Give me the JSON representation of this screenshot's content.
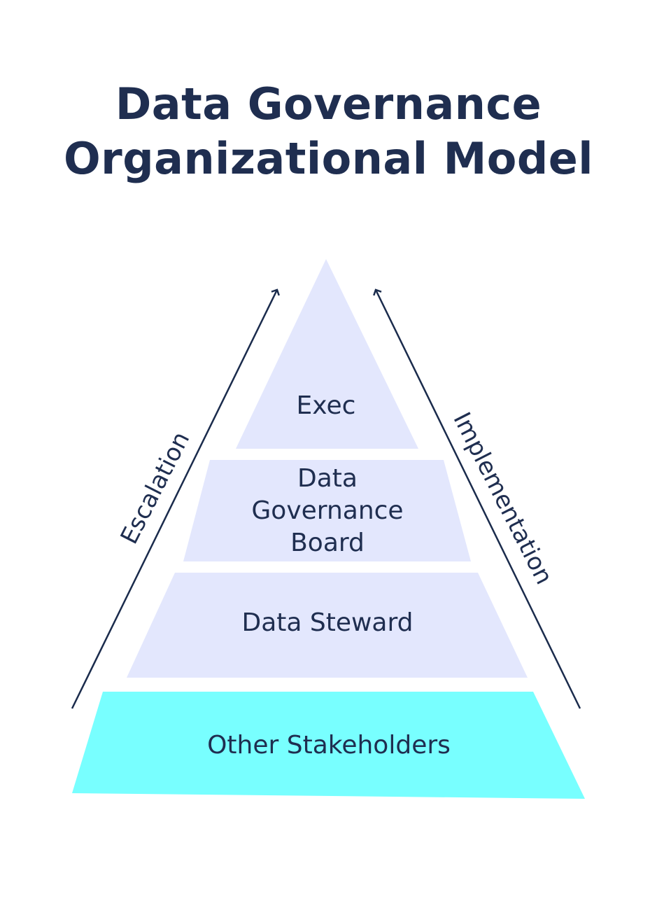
{
  "title": {
    "line1": "Data Governance",
    "line2": "Organizational Model"
  },
  "pyramid": {
    "levels": [
      {
        "lines": [
          "Exec"
        ],
        "color": "#e3e7fd"
      },
      {
        "lines": [
          "Data",
          "Governance",
          "Board"
        ],
        "color": "#e3e7fd"
      },
      {
        "lines": [
          "Data Steward"
        ],
        "color": "#e3e7fd"
      },
      {
        "lines": [
          "Other Stakeholders"
        ],
        "color": "#78ffff"
      }
    ]
  },
  "arrows": {
    "left_label": "Escalation",
    "right_label": "Implementation",
    "color": "#1a2b4c"
  }
}
